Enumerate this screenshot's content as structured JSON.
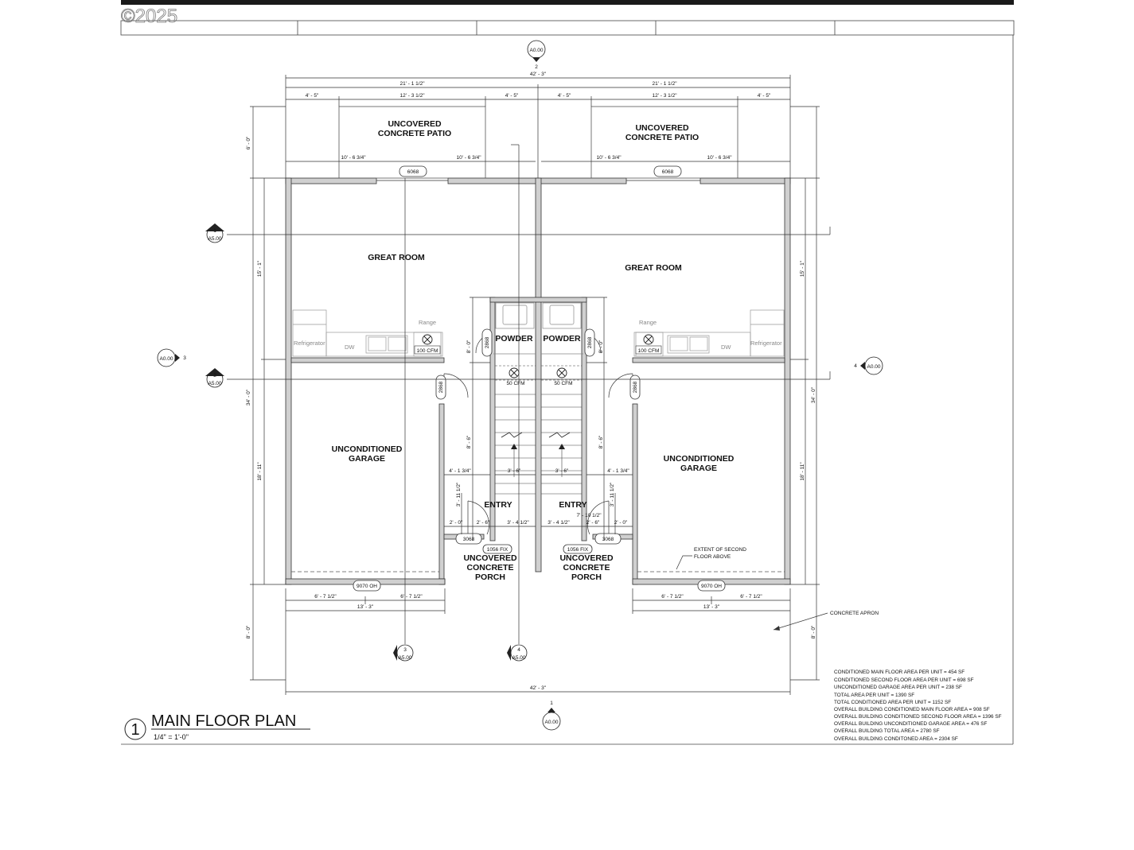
{
  "watermark": "©2025",
  "sheet": {
    "title": "MAIN FLOOR PLAN",
    "view_number": "1",
    "scale": "1/4\" = 1'-0\""
  },
  "rooms": {
    "patio_left": [
      "UNCOVERED",
      "CONCRETE PATIO"
    ],
    "patio_right": [
      "UNCOVERED",
      "CONCRETE PATIO"
    ],
    "great_room_left": "GREAT ROOM",
    "great_room_right": "GREAT ROOM",
    "powder_left": "POWDER",
    "powder_right": "POWDER",
    "garage_left": [
      "UNCONDITIONED",
      "GARAGE"
    ],
    "garage_right": [
      "UNCONDITIONED",
      "GARAGE"
    ],
    "entry_left": "ENTRY",
    "entry_right": "ENTRY",
    "porch_left": [
      "UNCOVERED",
      "CONCRETE",
      "PORCH"
    ],
    "porch_right": [
      "UNCOVERED",
      "CONCRETE",
      "PORCH"
    ]
  },
  "appliances": {
    "refrigerator": "Refrigerator",
    "dishwasher": "DW",
    "range": "Range",
    "fan_100": "100 CFM",
    "fan_50": "50 CFM"
  },
  "tags": {
    "patio_door": "6068",
    "interior_door": "2868",
    "entry_door": "3068",
    "window": "1056 FIX",
    "garage_door": "9070 OH"
  },
  "dimensions": {
    "overall_width": "42' - 3\"",
    "half_width": "21' - 1 1/2\"",
    "side_segment": "4' - 5\"",
    "patio_width": "12' - 3 1/2\"",
    "patio_offset": "10' - 6 3/4\"",
    "patio_depth": "6' - 0\"",
    "great_room_depth": "15' - 1\"",
    "overall_depth": "34' - 0\"",
    "garage_depth": "18' - 11\"",
    "powder_depth": "8' - 0\"",
    "stair_depth": "8' - 6\"",
    "stair_width": "3' - 6\"",
    "entry_left": "4' - 1 3/4\"",
    "entry_height": "3' - 11 1/2\"",
    "entry_width": "3' - 4 1/2\"",
    "closet": "2' - 0\"",
    "door_jamb": "2' - 6\"",
    "entry_right_dim": "7' - 10 1/2\"",
    "garage_half": "6' - 7 1/2\"",
    "garage_width": "13' - 3\"",
    "apron_depth": "8' - 0\""
  },
  "section_tags": {
    "s1": {
      "number": "1",
      "sheet": "A5.00"
    },
    "s2": {
      "number": "2",
      "sheet": "A5.00"
    },
    "s3": {
      "number": "3",
      "sheet": "A5.00"
    },
    "s4": {
      "number": "4",
      "sheet": "A5.00"
    },
    "e_top": {
      "number": "2",
      "sheet": "A0.00"
    },
    "e_left": {
      "number": "3",
      "sheet": "A0.00"
    },
    "e_right": {
      "number": "4",
      "sheet": "A0.00"
    },
    "e_bottom": {
      "number": "1",
      "sheet": "A0.00"
    }
  },
  "annotations": {
    "second_floor_extent": [
      "EXTENT OF SECOND",
      "FLOOR ABOVE"
    ],
    "concrete_apron": "CONCRETE APRON"
  },
  "area_notes": [
    "CONDITIONED MAIN FLOOR AREA PER UNIT = 454 SF",
    "CONDITIONED SECOND FLOOR AREA PER UNIT = 698 SF",
    "UNCONDITIONED GARAGE AREA PER UNIT = 238 SF",
    "TOTAL AREA PER UNIT = 1390 SF",
    "TOTAL CONDITIONED AREA PER UNIT = 1152 SF",
    "OVERALL BUILDING CONDITIONED MAIN FLOOR AREA = 908 SF",
    "OVERALL BUILDING CONDITIONED SECOND FLOOR AREA = 1396 SF",
    "OVERALL BUILDING UNCONDITIONED GARAGE AREA = 476 SF",
    "OVERALL BUILDING TOTAL AREA = 2780 SF",
    "OVERALL BUILDING CONDITONED AREA = 2304 SF"
  ]
}
